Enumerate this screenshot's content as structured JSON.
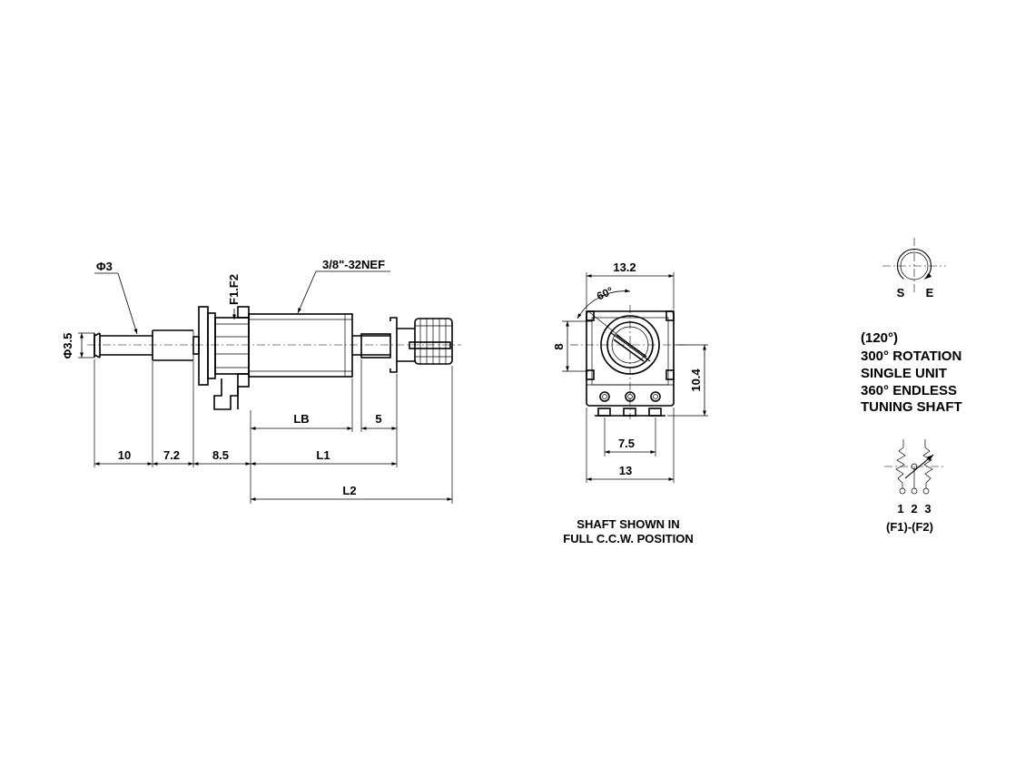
{
  "side_view": {
    "phi3": "Φ3",
    "phi3_5": "Φ3.5",
    "terminal_label": "F1.F2",
    "thread": "3/8\"-32NEF",
    "dims": {
      "d10": "10",
      "d7_2": "7.2",
      "d8_5": "8.5",
      "lb": "LB",
      "d5": "5",
      "l1": "L1",
      "l2": "L2"
    }
  },
  "front_view": {
    "angle": "60°",
    "width_top": "13.2",
    "height_left": "8",
    "height_right": "10.4",
    "pitch": "7.5",
    "width_bottom": "13",
    "caption_line1": "SHAFT SHOWN IN",
    "caption_line2": "FULL C.C.W. POSITION"
  },
  "rotation_symbol": {
    "start": "S",
    "end": "E"
  },
  "spec": {
    "line1": "(120°)",
    "line2": "300° ROTATION",
    "line3": "SINGLE UNIT",
    "line4": "360° ENDLESS",
    "line5": "TUNING SHAFT"
  },
  "circuit": {
    "pin1": "1",
    "pin2": "2",
    "pin3": "3",
    "caption": "(F1)-(F2)"
  }
}
